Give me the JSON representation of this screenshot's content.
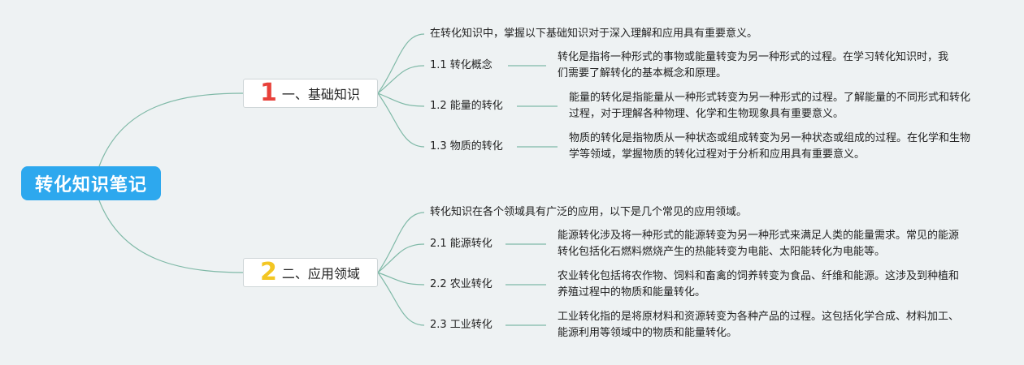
{
  "root": {
    "title": "转化知识笔记"
  },
  "branches": [
    {
      "number": "1",
      "number_color": "#e8413a",
      "label": "一、基础知识",
      "intro": "在转化知识中，掌握以下基础知识对于深入理解和应用具有重要意义。",
      "items": [
        {
          "title": "1.1 转化概念",
          "desc": "转化是指将一种形式的事物或能量转变为另一种形式的过程。在学习转化知识时，我们需要了解转化的基本概念和原理。"
        },
        {
          "title": "1.2 能量的转化",
          "desc": "能量的转化是指能量从一种形式转变为另一种形式的过程。了解能量的不同形式和转化过程，对于理解各种物理、化学和生物现象具有重要意义。"
        },
        {
          "title": "1.3 物质的转化",
          "desc": "物质的转化是指物质从一种状态或组成转变为另一种状态或组成的过程。在化学和生物学等领域，掌握物质的转化过程对于分析和应用具有重要意义。"
        }
      ]
    },
    {
      "number": "2",
      "number_color": "#f3c623",
      "label": "二、应用领域",
      "intro": "转化知识在各个领域具有广泛的应用，以下是几个常见的应用领域。",
      "items": [
        {
          "title": "2.1 能源转化",
          "desc": "能源转化涉及将一种形式的能源转变为另一种形式来满足人类的能量需求。常见的能源转化包括化石燃料燃烧产生的热能转变为电能、太阳能转化为电能等。"
        },
        {
          "title": "2.2 农业转化",
          "desc": "农业转化包括将农作物、饲料和畜禽的饲养转变为食品、纤维和能源。这涉及到种植和养殖过程中的物质和能量转化。"
        },
        {
          "title": "2.3 工业转化",
          "desc": "工业转化指的是将原材料和资源转变为各种产品的过程。这包括化学合成、材料加工、能源利用等领域中的物质和能量转化。"
        }
      ]
    }
  ],
  "colors": {
    "root_bg": "#2da8ee",
    "connector": "#7fb9a7",
    "background": "#eef2f3"
  }
}
